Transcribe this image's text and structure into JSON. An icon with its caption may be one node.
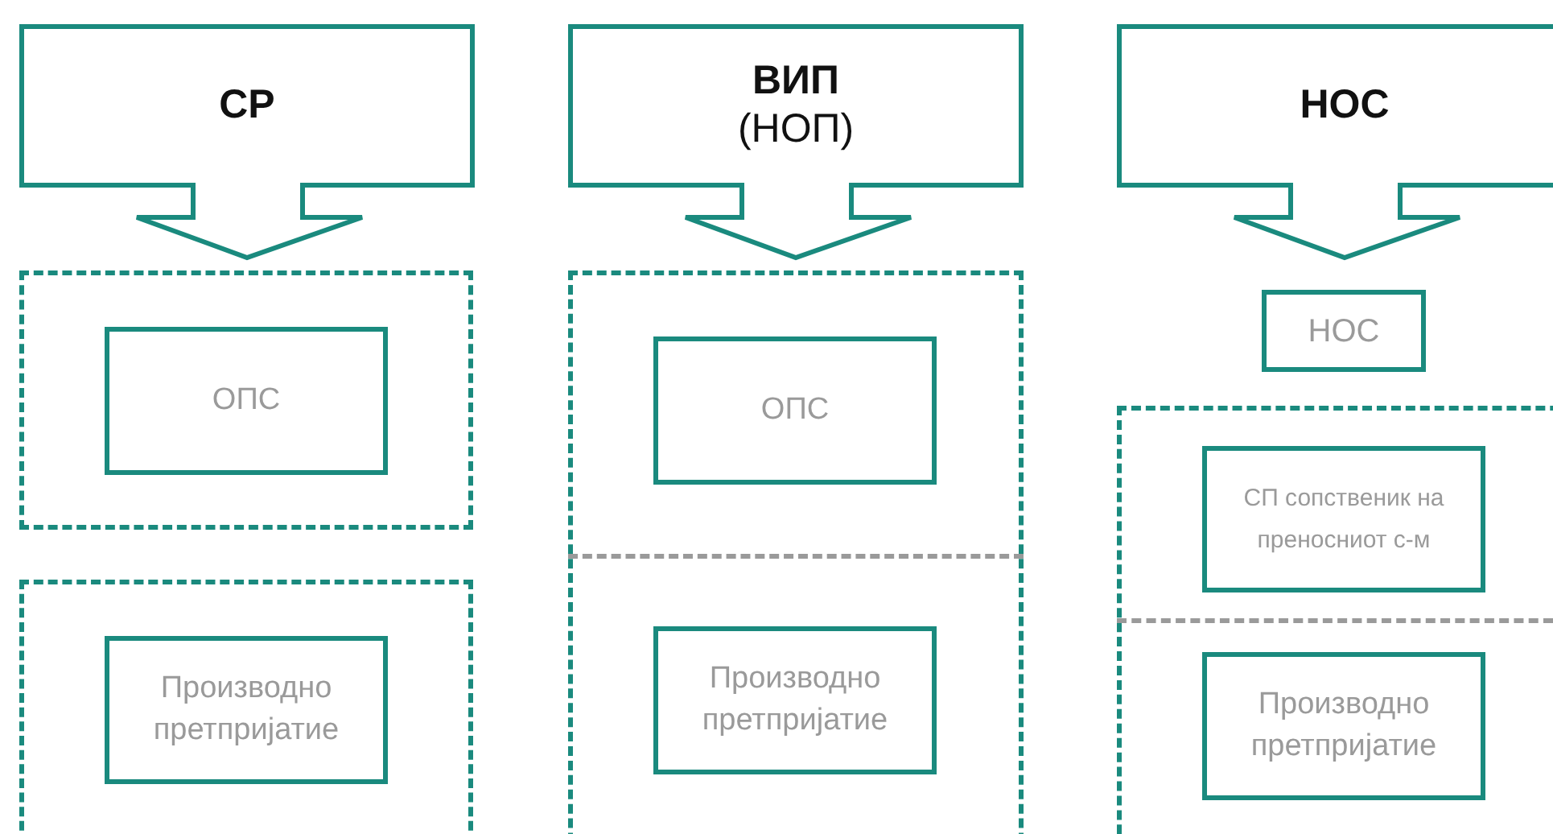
{
  "diagram": {
    "nodes": [
      {
        "text": [
          "СР"
        ]
      },
      {
        "text": [],
        "shape": "box"
      },
      {
        "text": [
          "ОПС"
        ],
        "in": 1
      },
      {
        "text": [],
        "shape": "box"
      },
      {
        "text": [
          "Производно претпријатие"
        ],
        "in": 3
      },
      {
        "text": [
          "ВИП",
          "(НОП)"
        ]
      },
      {
        "text": [],
        "shape": "box"
      },
      {
        "text": [
          "ОПС"
        ],
        "in": 6
      },
      {
        "text": [
          "Производно претпријатие"
        ],
        "in": 6
      },
      {
        "text": [
          "НОС"
        ]
      },
      {
        "text": [
          "НОС"
        ]
      },
      {
        "text": [],
        "shape": "box"
      },
      {
        "text": [
          "СП сопственик на преносниот с-м"
        ],
        "in": 11
      },
      {
        "text": [
          "Производно претпријатие"
        ],
        "in": 11
      }
    ]
  }
}
